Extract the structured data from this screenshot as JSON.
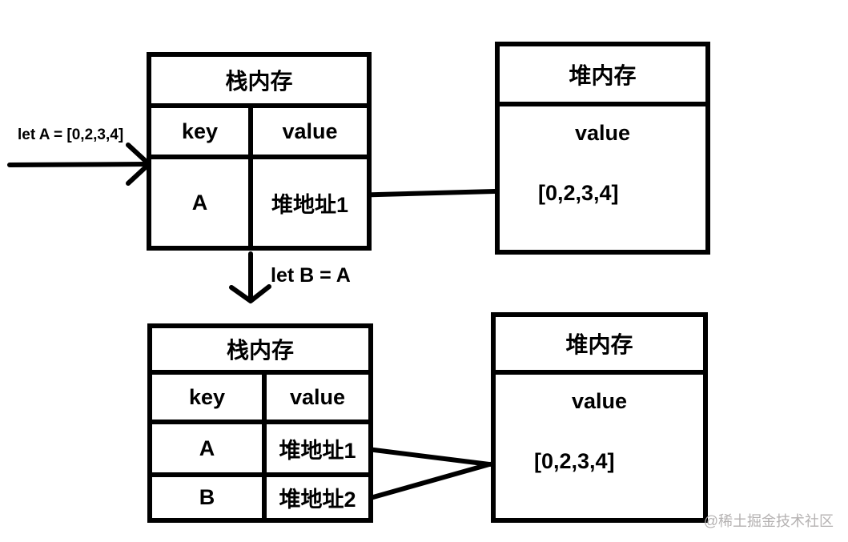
{
  "watermark": "@稀土掘金技术社区",
  "colors": {
    "line": "#000000",
    "background": "#ffffff",
    "watermark_text": "#b5b2b2"
  },
  "step1": {
    "assignment_label": "let A = [0,2,3,4]",
    "stack_table": {
      "title": "栈内存",
      "col_key": "key",
      "col_value": "value",
      "rows": [
        {
          "key": "A",
          "value": "堆地址1"
        }
      ]
    },
    "heap_table": {
      "title": "堆内存",
      "col_value": "value",
      "value": "[0,2,3,4]"
    }
  },
  "step2": {
    "assignment_label": "let B = A",
    "stack_table": {
      "title": "栈内存",
      "col_key": "key",
      "col_value": "value",
      "rows": [
        {
          "key": "A",
          "value": "堆地址1"
        },
        {
          "key": "B",
          "value": "堆地址2"
        }
      ]
    },
    "heap_table": {
      "title": "堆内存",
      "col_value": "value",
      "value": "[0,2,3,4]"
    }
  }
}
